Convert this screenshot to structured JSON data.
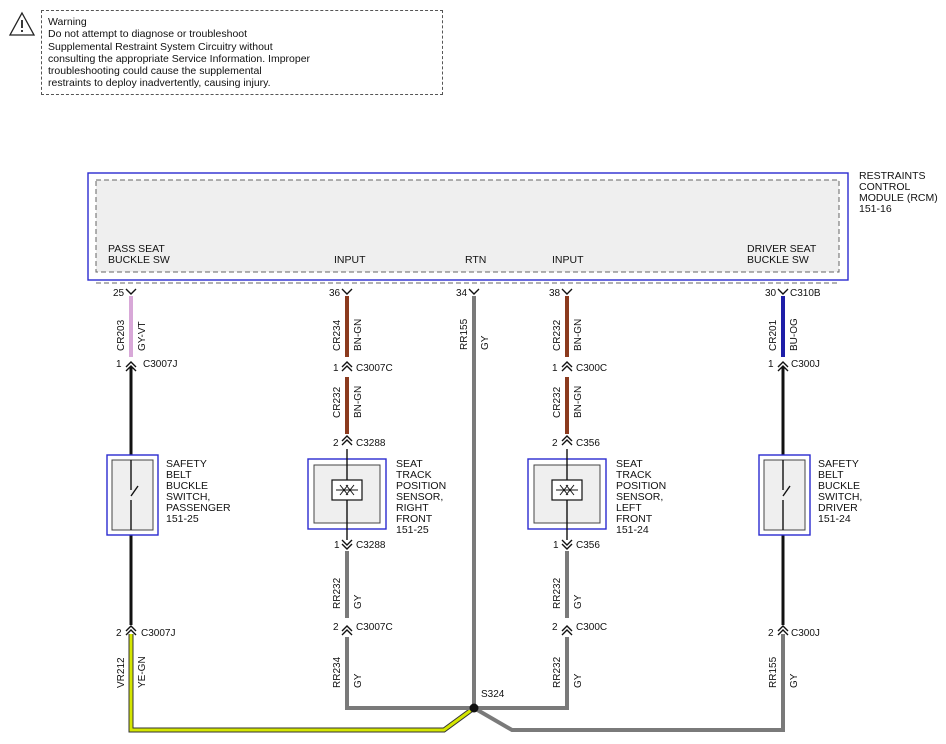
{
  "warning": {
    "lines": [
      "Warning",
      "Do not attempt to diagnose or troubleshoot",
      "Supplemental Restraint System Circuitry without",
      "consulting the appropriate Service Information. Improper",
      "troubleshooting could cause the supplemental",
      "restraints to deploy inadvertently, causing injury."
    ]
  },
  "module": {
    "name_lines": [
      "RESTRAINTS",
      "CONTROL",
      "MODULE (RCM)",
      "151-16"
    ],
    "pins": [
      {
        "lines": [
          "PASS SEAT",
          "BUCKLE SW"
        ]
      },
      {
        "lines": [
          "INPUT"
        ]
      },
      {
        "lines": [
          "RTN"
        ]
      },
      {
        "lines": [
          "INPUT"
        ]
      },
      {
        "lines": [
          "DRIVER SEAT",
          "BUCKLE SW"
        ]
      }
    ]
  },
  "pin_numbers": [
    "25",
    "36",
    "34",
    "38",
    "30"
  ],
  "module_connector": "C310B",
  "circuits": [
    {
      "id": "CR203",
      "color": "GY-VT"
    },
    {
      "id": "CR234",
      "color": "BN-GN"
    },
    {
      "id": "CR232",
      "color": "BN-GN"
    },
    {
      "id": "RR155",
      "color": "GY"
    },
    {
      "id": "CR232",
      "color": "BN-GN"
    },
    {
      "id": "CR232",
      "color": "BN-GN"
    },
    {
      "id": "CR201",
      "color": "BU-OG"
    },
    {
      "id": "RR232",
      "color": "GY"
    },
    {
      "id": "RR232",
      "color": "GY"
    },
    {
      "id": "VR212",
      "color": "YE-GN"
    },
    {
      "id": "RR234",
      "color": "GY"
    },
    {
      "id": "RR232",
      "color": "GY"
    },
    {
      "id": "RR155",
      "color": "GY"
    }
  ],
  "connectors": [
    {
      "pin": "1",
      "name": "C3007J"
    },
    {
      "pin": "1",
      "name": "C3007C"
    },
    {
      "pin": "2",
      "name": "C3288"
    },
    {
      "pin": "1",
      "name": "C300C"
    },
    {
      "pin": "2",
      "name": "C356"
    },
    {
      "pin": "1",
      "name": "C300J"
    },
    {
      "pin": "1",
      "name": "C3288"
    },
    {
      "pin": "1",
      "name": "C356"
    },
    {
      "pin": "2",
      "name": "C3007J"
    },
    {
      "pin": "2",
      "name": "C3007C"
    },
    {
      "pin": "2",
      "name": "C300C"
    },
    {
      "pin": "2",
      "name": "C300J"
    }
  ],
  "components": [
    {
      "lines": [
        "SAFETY",
        "BELT",
        "BUCKLE",
        "SWITCH,",
        "PASSENGER",
        "151-25"
      ]
    },
    {
      "lines": [
        "SEAT",
        "TRACK",
        "POSITION",
        "SENSOR,",
        "RIGHT",
        "FRONT",
        "151-25"
      ]
    },
    {
      "lines": [
        "SEAT",
        "TRACK",
        "POSITION",
        "SENSOR,",
        "LEFT",
        "FRONT",
        "151-24"
      ]
    },
    {
      "lines": [
        "SAFETY",
        "BELT",
        "BUCKLE",
        "SWITCH,",
        "DRIVER",
        "151-24"
      ]
    }
  ],
  "splice": "S324",
  "colors": {
    "module_border": "#2b2bd0",
    "component_border": "#2b2bd0",
    "wire_gy_vt": "#d8a8d8",
    "wire_bn_gn": "#8b3a1e",
    "wire_gy": "#7a7a7a",
    "wire_bu_og": "#1e1ea8",
    "wire_ye_gn": "#d4e600",
    "wire_black": "#111111",
    "panel_fill": "#efefef"
  }
}
